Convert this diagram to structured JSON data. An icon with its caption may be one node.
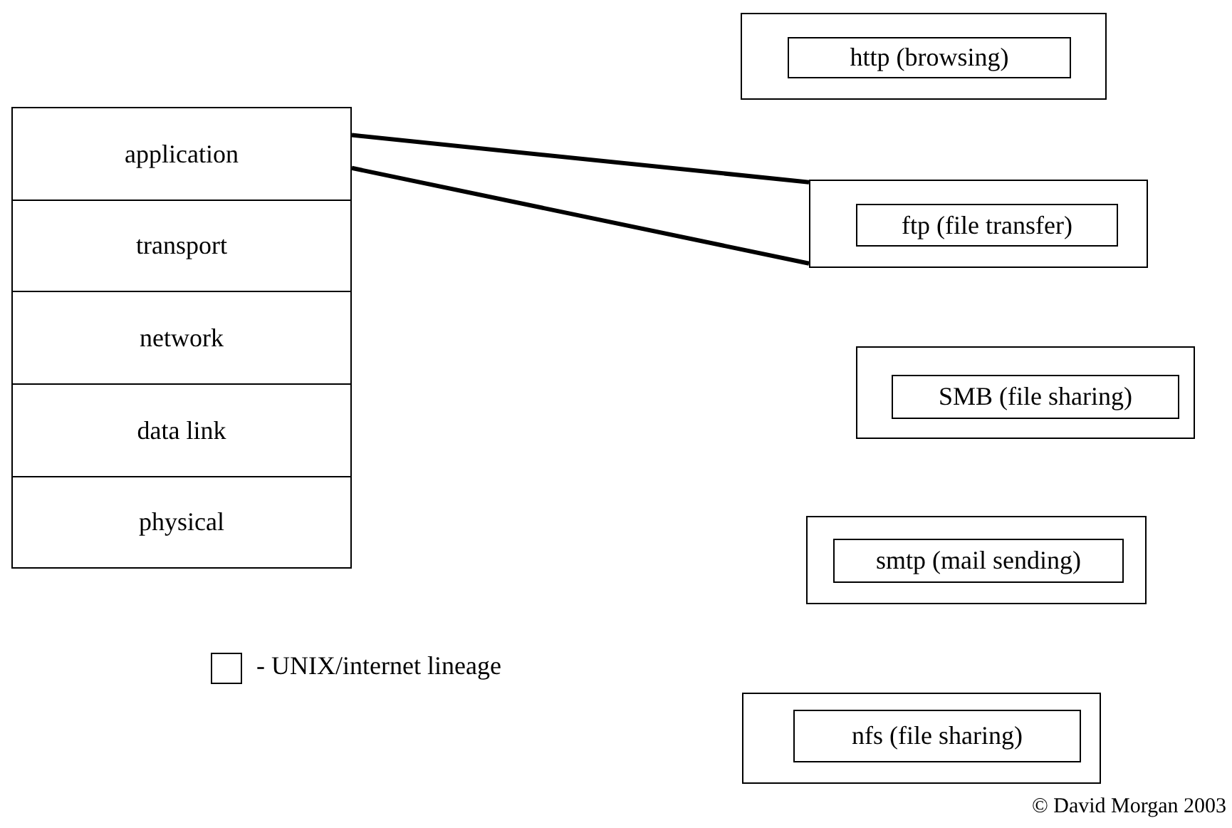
{
  "diagram": {
    "nodes": [
      {
        "text": [
          "application"
        ]
      },
      {
        "text": [
          "transport"
        ]
      },
      {
        "text": [
          "network"
        ]
      },
      {
        "text": [
          "data link"
        ]
      },
      {
        "text": [
          "physical"
        ]
      },
      {
        "text": [],
        "shape": "box"
      },
      {
        "text": [
          "http (browsing)"
        ],
        "in": 5
      },
      {
        "text": [],
        "shape": "box"
      },
      {
        "text": [
          "ftp (file transfer)"
        ],
        "in": 7
      },
      {
        "text": [],
        "shape": "box"
      },
      {
        "text": [
          "SMB (file sharing)"
        ],
        "in": 9
      },
      {
        "text": [],
        "shape": "box"
      },
      {
        "text": [
          "smtp (mail sending)"
        ],
        "in": 11
      },
      {
        "text": [],
        "shape": "box"
      },
      {
        "text": [
          "nfs (file sharing)"
        ],
        "in": 13
      }
    ],
    "edges": [
      {
        "from": 0,
        "to": 7,
        "arrow": "none"
      },
      {
        "from": 0,
        "to": 7,
        "arrow": "none"
      }
    ],
    "labels": [
      "© David Morgan 2003"
    ],
    "legend": [
      {
        "text": "- UNIX/internet lineage"
      }
    ]
  }
}
